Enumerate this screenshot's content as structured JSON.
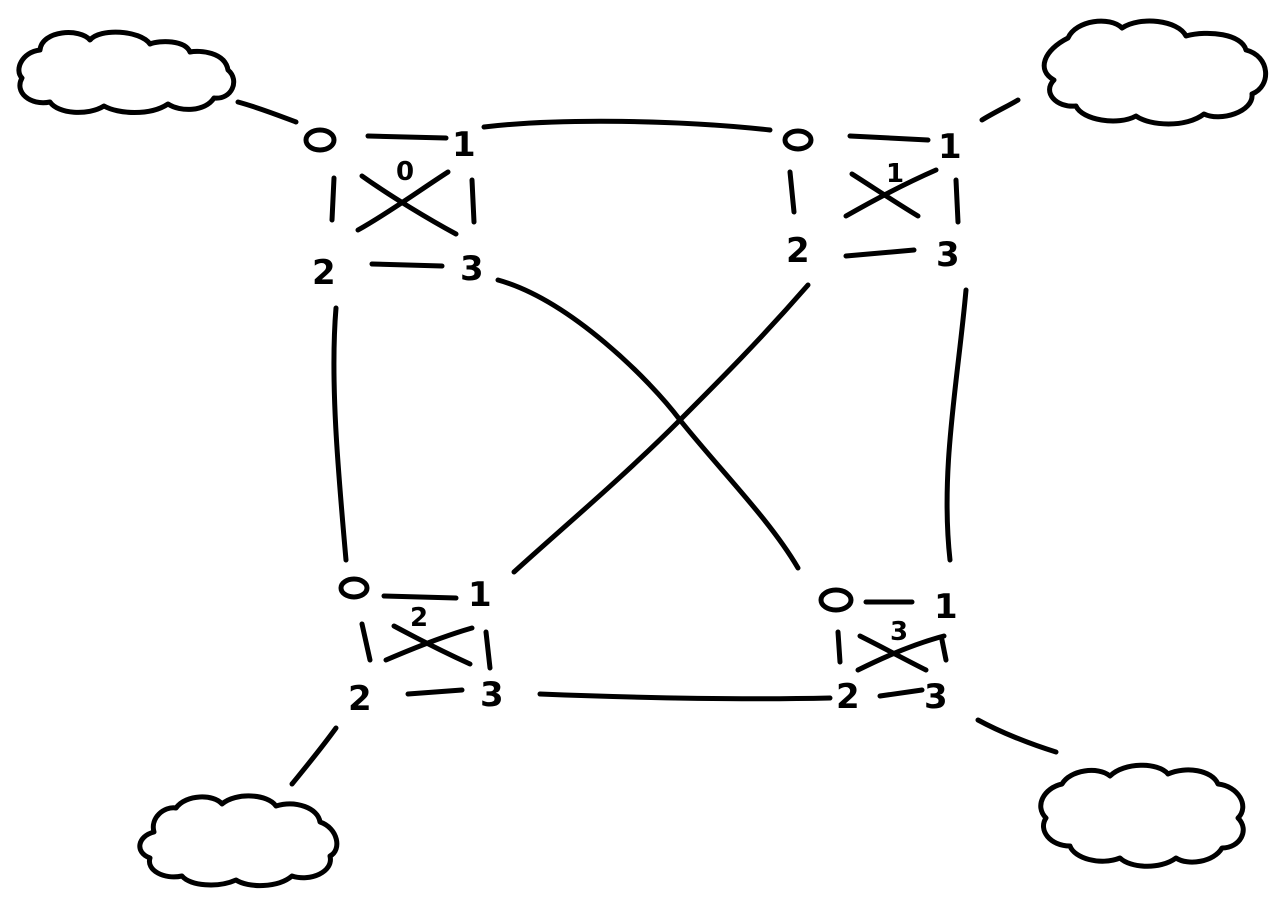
{
  "diagram": {
    "switches": [
      {
        "id": "switch-0",
        "label": "0",
        "ports": [
          "0",
          "1",
          "2",
          "3"
        ]
      },
      {
        "id": "switch-1",
        "label": "1",
        "ports": [
          "0",
          "1",
          "2",
          "3"
        ]
      },
      {
        "id": "switch-2",
        "label": "2",
        "ports": [
          "0",
          "1",
          "2",
          "3"
        ]
      },
      {
        "id": "switch-3",
        "label": "3",
        "ports": [
          "0",
          "1",
          "2",
          "3"
        ]
      }
    ],
    "clouds": [
      {
        "id": "cloud-top-left",
        "attached_to": "switch-0",
        "port": "0"
      },
      {
        "id": "cloud-top-right",
        "attached_to": "switch-1",
        "port": "1"
      },
      {
        "id": "cloud-bottom-left",
        "attached_to": "switch-2",
        "port": "2"
      },
      {
        "id": "cloud-bottom-right",
        "attached_to": "switch-3",
        "port": "3"
      }
    ],
    "links": [
      {
        "from": "switch-0",
        "from_port": "1",
        "to": "switch-1",
        "to_port": "0"
      },
      {
        "from": "switch-0",
        "from_port": "2",
        "to": "switch-2",
        "to_port": "0"
      },
      {
        "from": "switch-0",
        "from_port": "3",
        "to": "switch-3",
        "to_port": "0"
      },
      {
        "from": "switch-1",
        "from_port": "2",
        "to": "switch-2",
        "to_port": "1"
      },
      {
        "from": "switch-1",
        "from_port": "3",
        "to": "switch-3",
        "to_port": "1"
      },
      {
        "from": "switch-2",
        "from_port": "3",
        "to": "switch-3",
        "to_port": "2"
      }
    ]
  }
}
